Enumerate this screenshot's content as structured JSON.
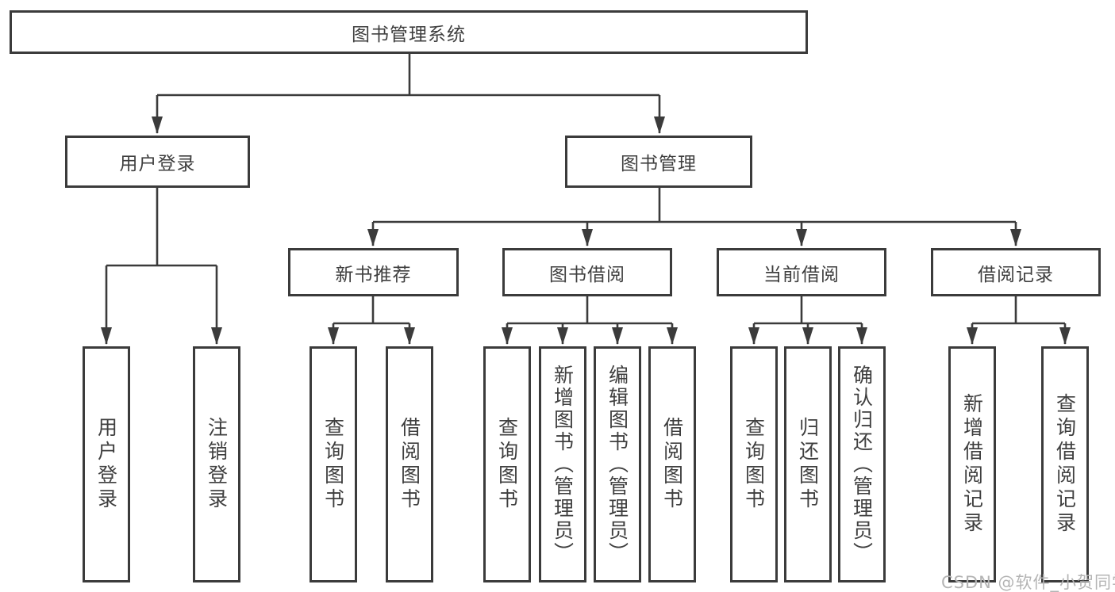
{
  "diagram": {
    "title": "图书管理系统",
    "colors": {
      "line": "#3b3b3b",
      "box_border": "#3b3b3b",
      "text": "#3f3f3f",
      "watermark": "#b4b4b4",
      "background": "#ffffff"
    },
    "nodes": {
      "root": {
        "label": "图书管理系统"
      },
      "user_login": {
        "label": "用户登录"
      },
      "book_management": {
        "label": "图书管理"
      },
      "new_book_recommend": {
        "label": "新书推荐"
      },
      "book_borrowing": {
        "label": "图书借阅"
      },
      "current_borrowing": {
        "label": "当前借阅"
      },
      "borrowing_records": {
        "label": "借阅记录"
      },
      "leaves": {
        "login": {
          "label": "用户登录"
        },
        "logout": {
          "label": "注销登录"
        },
        "nb_query_books": {
          "label": "查询图书"
        },
        "nb_borrow_books": {
          "label": "借阅图书"
        },
        "bb_query_books": {
          "label": "查询图书"
        },
        "bb_add_books": {
          "label": "新增图书（管理员）"
        },
        "bb_edit_books": {
          "label": "编辑图书（管理员）"
        },
        "bb_borrow_books": {
          "label": "借阅图书"
        },
        "cb_query_books": {
          "label": "查询图书"
        },
        "cb_return_books": {
          "label": "归还图书"
        },
        "cb_confirm_return": {
          "label": "确认归还（管理员）"
        },
        "br_add_record": {
          "label": "新增借阅记录"
        },
        "br_query_record": {
          "label": "查询借阅记录"
        }
      }
    },
    "watermark": "CSDN @软件_小贺同学"
  }
}
